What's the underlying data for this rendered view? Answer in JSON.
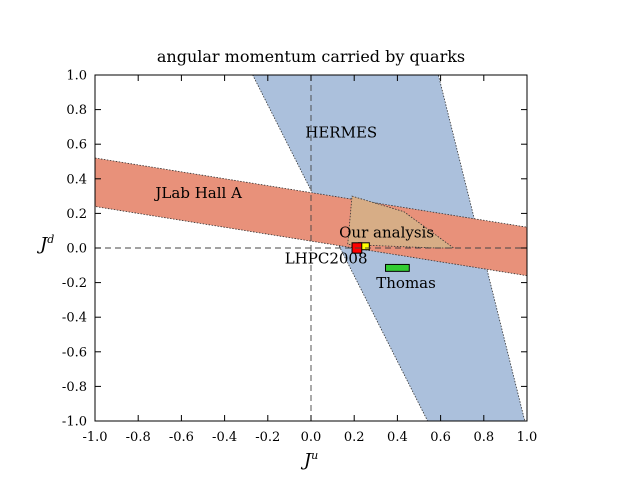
{
  "chart_data": {
    "type": "scatter",
    "title": "angular momentum carried by quarks",
    "xlabel": {
      "base": "J",
      "sup": "u"
    },
    "ylabel": {
      "base": "J",
      "sup": "d"
    },
    "xlim": [
      -1.0,
      1.0
    ],
    "ylim": [
      -1.0,
      1.0
    ],
    "x_ticks": [
      "-1.0",
      "-0.8",
      "-0.6",
      "-0.4",
      "-0.2",
      "0.0",
      "0.2",
      "0.4",
      "0.6",
      "0.8",
      "1.0"
    ],
    "y_ticks": [
      "-1.0",
      "-0.8",
      "-0.6",
      "-0.4",
      "-0.2",
      "0.0",
      "0.2",
      "0.4",
      "0.6",
      "0.8",
      "1.0"
    ],
    "grid": false,
    "zero_lines": true,
    "bands": [
      {
        "label": "HERMES",
        "color": "#abc0dc",
        "corners": [
          [
            -0.27,
            1.0
          ],
          [
            0.59,
            1.0
          ],
          [
            0.99,
            -1.0
          ],
          [
            0.54,
            -1.0
          ]
        ],
        "label_at": [
          0.14,
          0.64
        ]
      },
      {
        "label": "JLab Hall A",
        "color": "#e8917a",
        "corners": [
          [
            -1.0,
            0.52
          ],
          [
            1.0,
            0.12
          ],
          [
            1.0,
            -0.16
          ],
          [
            -1.0,
            0.24
          ]
        ],
        "label_at": [
          -0.52,
          0.29
        ]
      },
      {
        "label": "",
        "color": "#d7ad86",
        "corners": [
          [
            0.19,
            0.3
          ],
          [
            0.43,
            0.21
          ],
          [
            0.66,
            0.0
          ],
          [
            0.58,
            0.0
          ],
          [
            0.17,
            0.02
          ]
        ],
        "label_at": null
      }
    ],
    "boxes": [
      {
        "label": "Our analysis",
        "color": "#ffff00",
        "x": [
          0.22,
          0.27
        ],
        "y": [
          -0.01,
          0.03
        ],
        "label_at": [
          0.35,
          0.06
        ]
      },
      {
        "label": "LHPC2008",
        "color": "#ff0000",
        "x": [
          0.19,
          0.235
        ],
        "y": [
          -0.03,
          0.03
        ],
        "label_at": [
          0.07,
          -0.09
        ]
      },
      {
        "label": "Thomas",
        "color": "#33cc33",
        "x": [
          0.345,
          0.455
        ],
        "y": [
          -0.135,
          -0.095
        ],
        "label_at": [
          0.44,
          -0.23
        ]
      }
    ]
  }
}
